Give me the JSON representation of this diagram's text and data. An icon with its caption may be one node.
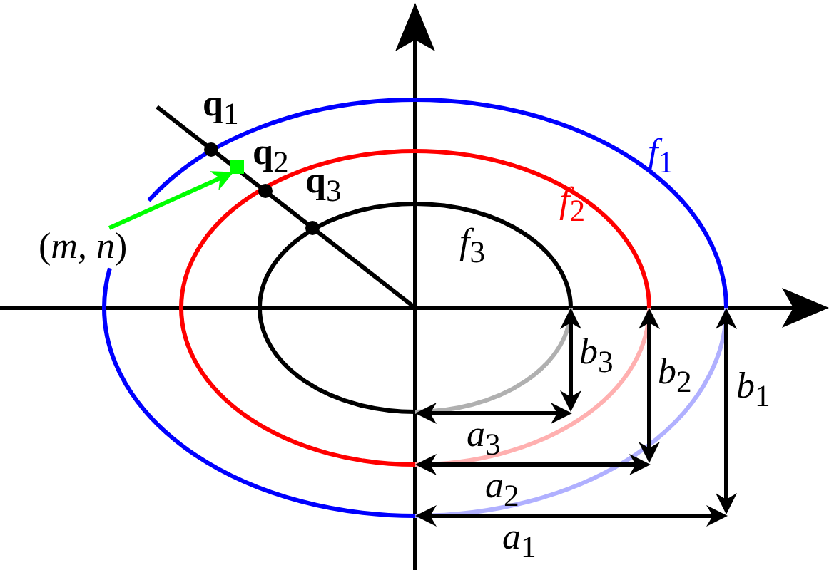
{
  "diagram": {
    "nodes": [
      {
        "text": [
          "(*m*, *n*)"
        ]
      },
      {
        "text": [],
        "shape": "box"
      }
    ],
    "edges": [
      {
        "from": 0,
        "to": 1,
        "arrow": "to",
        "color": "#00ff00"
      }
    ],
    "labels": [
      "**q**$_{1}$",
      "**q**$_{2}$",
      "*f*$_{1}$",
      "**q**$_{3}$",
      "*f*$_{2}$",
      "*f*$_{3}$",
      "*b*$_{3}$",
      "*b*$_{2}$",
      "*b*$_{1}$",
      "*a*$_{3}$",
      "*a*$_{2}$",
      "*a*$_{1}$"
    ]
  }
}
